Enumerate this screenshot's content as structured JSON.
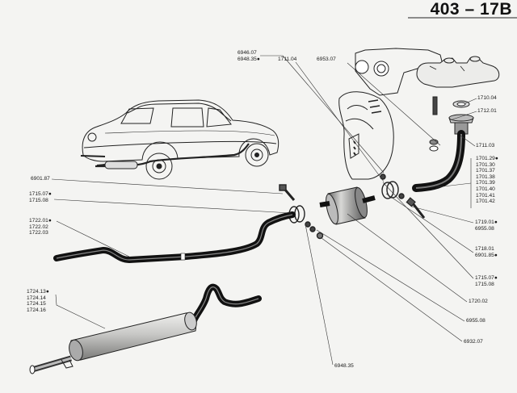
{
  "page_header": "403 – 17B",
  "callouts": {
    "c_6946": [
      "6946.07",
      "6948.35●"
    ],
    "c_1711_04": [
      "1711.04"
    ],
    "c_6953": [
      "6953.07"
    ],
    "c_1710": [
      "1710.04"
    ],
    "c_1712": [
      "1712.01"
    ],
    "c_1711_03": [
      "1711.03"
    ],
    "c_1701": [
      "1701.29●",
      "1701.30",
      "1701.37",
      "1701.38",
      "1701.39",
      "1701.40",
      "1701.41",
      "1701.42"
    ],
    "c_6901_87": [
      "6901.87"
    ],
    "c_1715a": [
      "1715.07●",
      "1715.08"
    ],
    "c_1722": [
      "1722.01●",
      "1722.02",
      "1722.03"
    ],
    "c_1719": [
      "1719.01●",
      "6955.08"
    ],
    "c_1718": [
      "1718.01",
      "6901.85●"
    ],
    "c_1715b": [
      "1715.07●",
      "1715.08"
    ],
    "c_1720": [
      "1720.02"
    ],
    "c_1724": [
      "1724.13●",
      "1724.14",
      "1724.15",
      "1724.16"
    ],
    "c_6955": [
      "6955.08"
    ],
    "c_6932": [
      "6932.07"
    ],
    "c_6948": [
      "6948.35"
    ]
  }
}
